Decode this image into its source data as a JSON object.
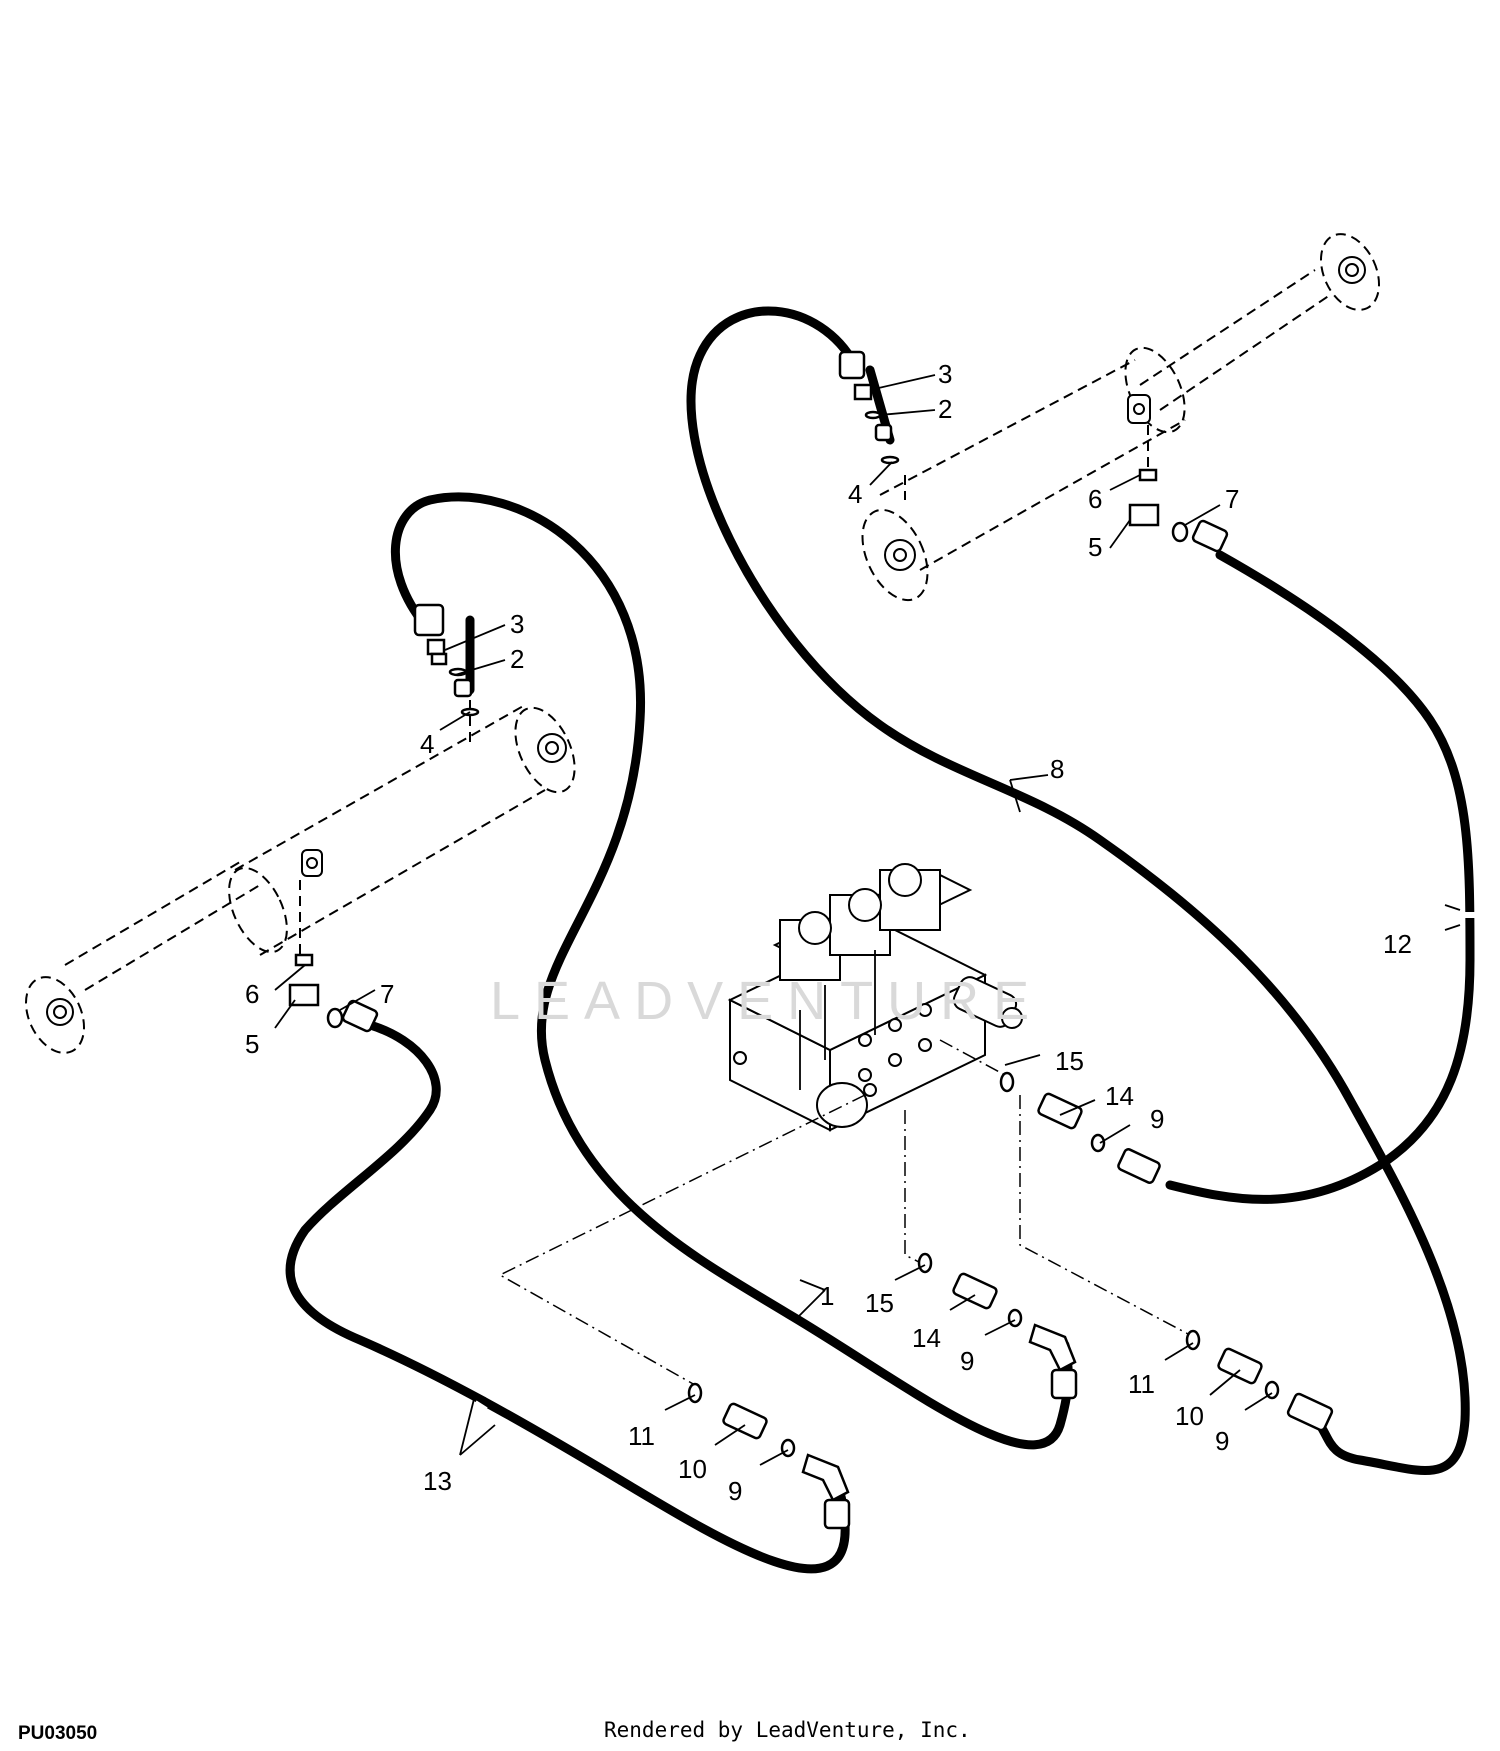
{
  "diagram": {
    "figure_id": "PU03050",
    "credit": "Rendered by LeadVenture, Inc.",
    "watermark_text": "LEADVENTURE",
    "callouts": {
      "c1": "1",
      "c2a": "2",
      "c2b": "2",
      "c3a": "3",
      "c3b": "3",
      "c4a": "4",
      "c4b": "4",
      "c5a": "5",
      "c5b": "5",
      "c6a": "6",
      "c6b": "6",
      "c7a": "7",
      "c7b": "7",
      "c8": "8",
      "c9a": "9",
      "c9b": "9",
      "c9c": "9",
      "c9d": "9",
      "c10a": "10",
      "c10b": "10",
      "c11a": "11",
      "c11b": "11",
      "c12": "12",
      "c13": "13",
      "c14a": "14",
      "c14b": "14",
      "c15a": "15",
      "c15b": "15"
    }
  }
}
